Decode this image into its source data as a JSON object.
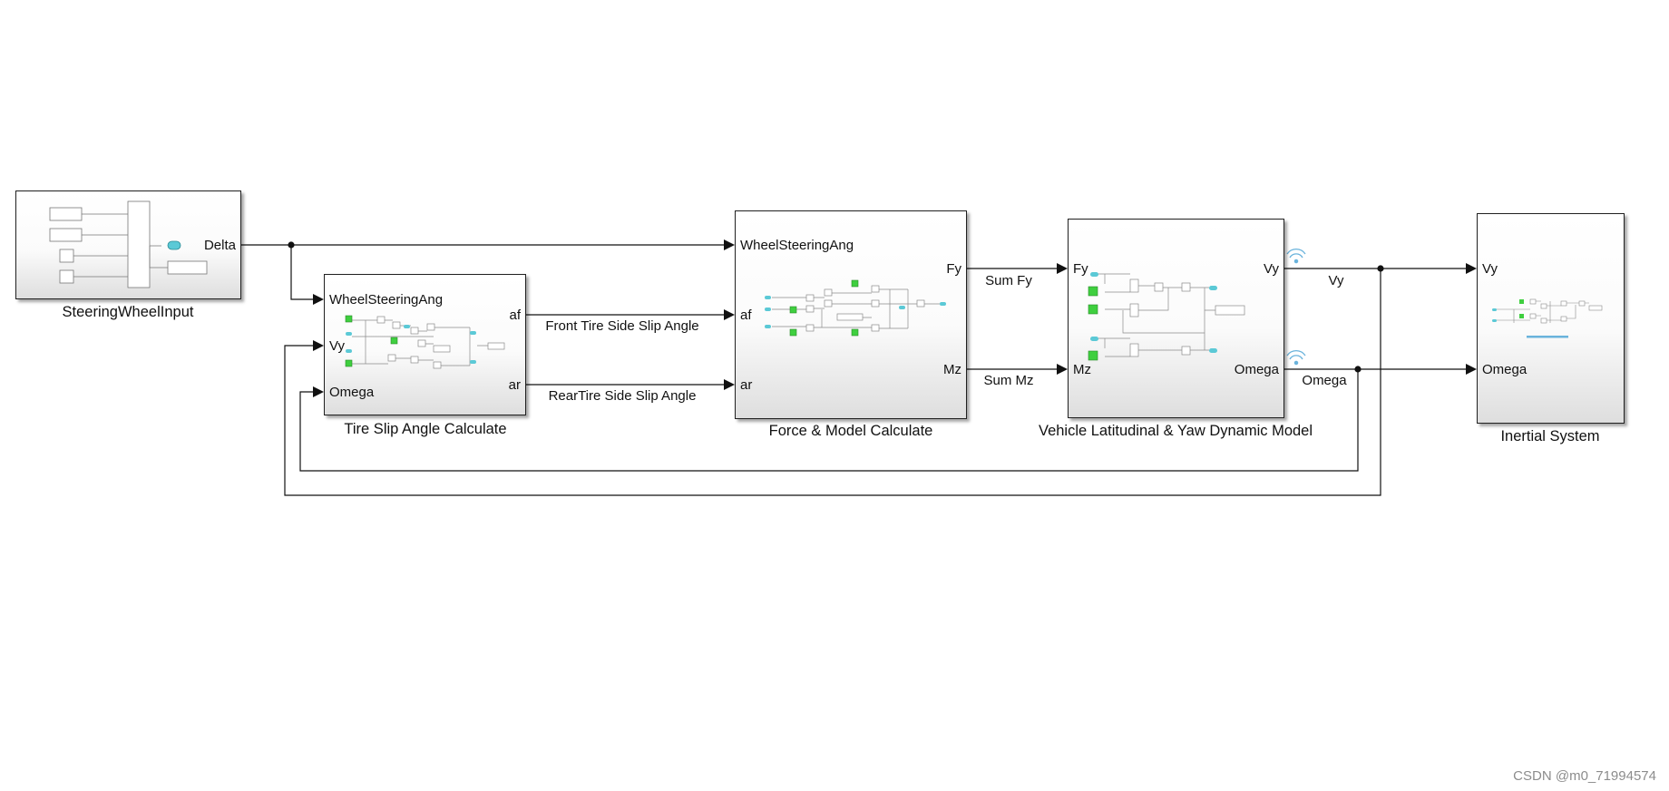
{
  "blocks": {
    "steering": {
      "title": "SteeringWheelInput",
      "out_ports": [
        "Delta"
      ]
    },
    "tire": {
      "title": "Tire Slip Angle Calculate",
      "in_ports": [
        "WheelSteeringAng",
        "Vy",
        "Omega"
      ],
      "out_ports": [
        "af",
        "ar"
      ]
    },
    "force": {
      "title": "Force & Model Calculate",
      "in_ports": [
        "WheelSteeringAng",
        "af",
        "ar"
      ],
      "out_ports": [
        "Fy",
        "Mz"
      ]
    },
    "vehicle": {
      "title": "Vehicle Latitudinal & Yaw Dynamic Model",
      "in_ports": [
        "Fy",
        "Mz"
      ],
      "out_ports": [
        "Vy",
        "Omega"
      ]
    },
    "inertial": {
      "title": "Inertial System",
      "in_ports": [
        "Vy",
        "Omega"
      ]
    }
  },
  "signals": {
    "af": "Front Tire Side Slip Angle",
    "ar": "RearTire Side Slip Angle",
    "fy": "Sum Fy",
    "mz": "Sum Mz",
    "vy": "Vy",
    "omega": "Omega"
  },
  "watermark": "CSDN @m0_71994574",
  "colors": {
    "line": "#111111",
    "inport": "#5bc9d6",
    "constant": "#3fcf3f",
    "logging": "#6ab3dc"
  }
}
